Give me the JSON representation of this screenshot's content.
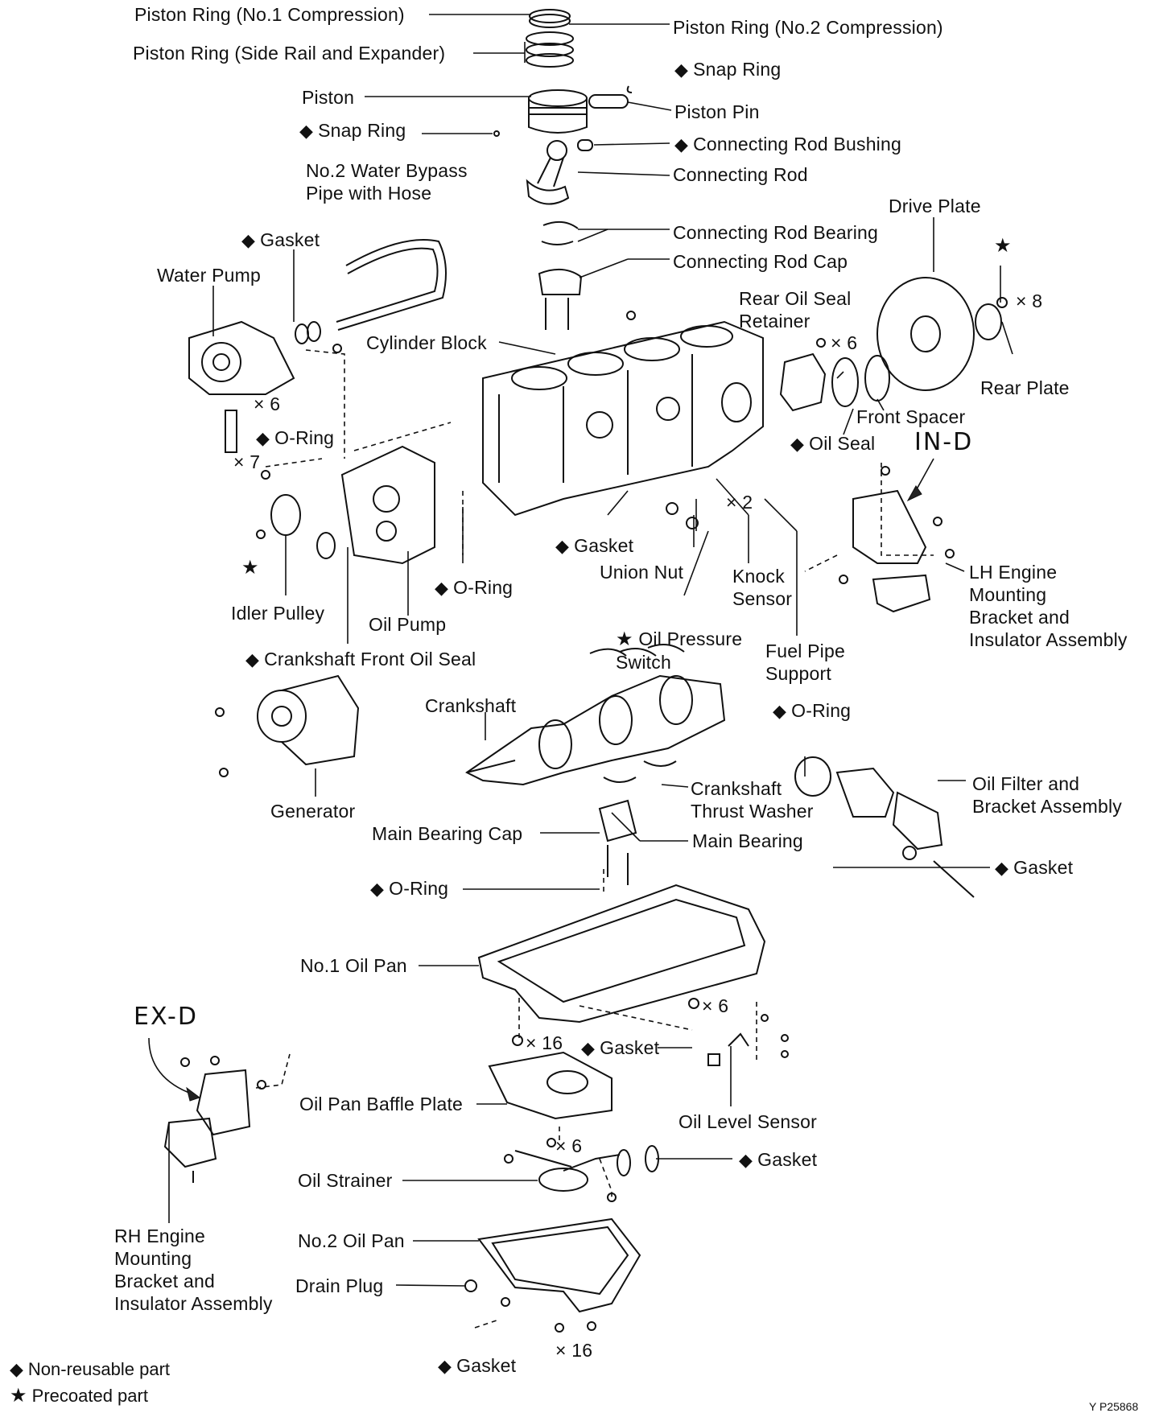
{
  "markers": {
    "diamond": "◆",
    "star": "★"
  },
  "labels": {
    "piston_ring_no1": "Piston Ring (No.1 Compression)",
    "piston_ring_no2": "Piston Ring (No.2 Compression)",
    "piston_ring_side": "Piston Ring (Side Rail and Expander)",
    "snap_ring_right": "Snap Ring",
    "piston": "Piston",
    "piston_pin": "Piston Pin",
    "snap_ring_left": "Snap Ring",
    "conn_rod_bushing": "Connecting Rod Bushing",
    "conn_rod": "Connecting Rod",
    "water_bypass": "No.2 Water Bypass\nPipe with Hose",
    "drive_plate": "Drive Plate",
    "gasket_top": "Gasket",
    "conn_rod_bearing": "Connecting Rod Bearing",
    "conn_rod_cap": "Connecting Rod Cap",
    "water_pump": "Water Pump",
    "rear_oil_seal_retainer": "Rear Oil Seal\nRetainer",
    "cylinder_block": "Cylinder Block",
    "rear_plate": "Rear Plate",
    "front_spacer": "Front Spacer",
    "oil_seal": "Oil Seal",
    "oring_left": "O-Ring",
    "in_d": "IN-D",
    "lh_mount": "LH Engine\nMounting\nBracket and\nInsulator Assembly",
    "gasket_union": "Gasket",
    "union_nut": "Union Nut",
    "knock_sensor": "Knock\nSensor",
    "oring_mid": "O-Ring",
    "idler_pulley": "Idler Pulley",
    "oil_pump": "Oil Pump",
    "oil_pressure_switch": "Oil Pressure\nSwitch",
    "fuel_pipe_support": "Fuel Pipe\nSupport",
    "crankshaft_front_oil_seal": "Crankshaft Front Oil Seal",
    "crankshaft": "Crankshaft",
    "oring_filter": "O-Ring",
    "oil_filter": "Oil Filter and\nBracket Assembly",
    "crankshaft_thrust_washer": "Crankshaft\nThrust Washer",
    "generator": "Generator",
    "main_bearing_cap": "Main Bearing Cap",
    "main_bearing": "Main Bearing",
    "gasket_filter": "Gasket",
    "oring_pan": "O-Ring",
    "no1_oil_pan": "No.1 Oil Pan",
    "ex_d": "EX-D",
    "gasket_level": "Gasket",
    "oil_pan_baffle": "Oil Pan Baffle Plate",
    "oil_level_sensor": "Oil Level Sensor",
    "gasket_strainer": "Gasket",
    "oil_strainer": "Oil Strainer",
    "rh_mount": "RH Engine\nMounting\nBracket and\nInsulator Assembly",
    "no2_oil_pan": "No.2 Oil Pan",
    "drain_plug": "Drain Plug",
    "gasket_bottom": "Gasket"
  },
  "quantities": {
    "q_rear_plate": "× 8",
    "q_retainer": "× 6",
    "q_water_pump": "× 6",
    "q_pump_bolts": "× 7",
    "q_fuel_pipe": "× 2",
    "q_pan_right": "× 6",
    "q_pan_left": "× 16",
    "q_strainer": "× 6",
    "q_pan2": "× 16"
  },
  "legend": {
    "non_reusable": "Non-reusable part",
    "precoated": "Precoated part"
  },
  "figure_code": "Y    P25868"
}
